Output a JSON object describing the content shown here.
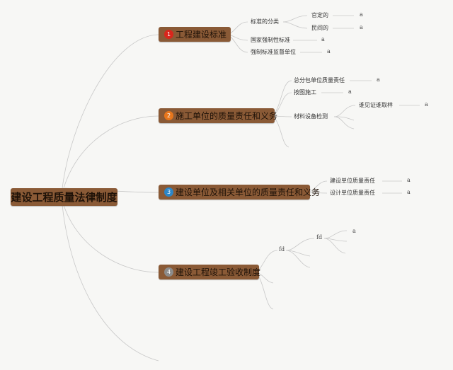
{
  "root": "建设工程质量法律制度",
  "categories": [
    {
      "label": "工程建设标准",
      "badge": "1",
      "color": "#d9261c"
    },
    {
      "label": "施工单位的质量责任和义务",
      "badge": "2",
      "color": "#e7761c"
    },
    {
      "label": "建设单位及相关单位的质量责任和义务",
      "badge": "3",
      "color": "#2c86c8"
    },
    {
      "label": "建设工程竣工验收制度",
      "badge": "4",
      "color": "#8c8c8c"
    }
  ],
  "branch1": {
    "classification": "标准的分类",
    "official": "官定的",
    "civil": "民间的",
    "mandatory": "国家强制性标准",
    "supervisor": "强制标准监督单位"
  },
  "branch2": {
    "general": "总分包单位质量责任",
    "drawing": "按图施工",
    "material": "材料设备检测",
    "witness": "谁见证谁取样"
  },
  "branch3": {
    "owner": "建设单位质量责任",
    "design": "设计单位质量责任"
  },
  "branch4": {
    "fd1": "fd",
    "fd2": "fd"
  },
  "value_a": "a"
}
